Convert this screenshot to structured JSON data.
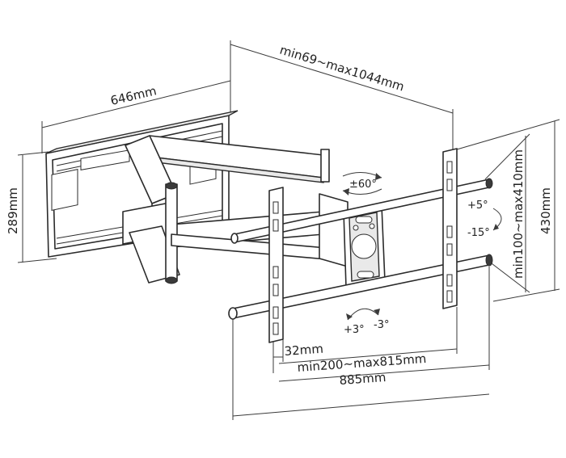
{
  "dimensions": {
    "plate_width": "646mm",
    "plate_height": "289mm",
    "extension": "min69~max1044mm",
    "vesa_vertical": "min100~max410mm",
    "total_height": "430mm",
    "rail_offset": "32mm",
    "vesa_horizontal": "min200~max815mm",
    "total_width": "885mm"
  },
  "angles": {
    "swivel": "±60°",
    "tilt_up": "+5°",
    "tilt_down": "-15°",
    "level_plus": "+3°",
    "level_minus": "-3°"
  }
}
